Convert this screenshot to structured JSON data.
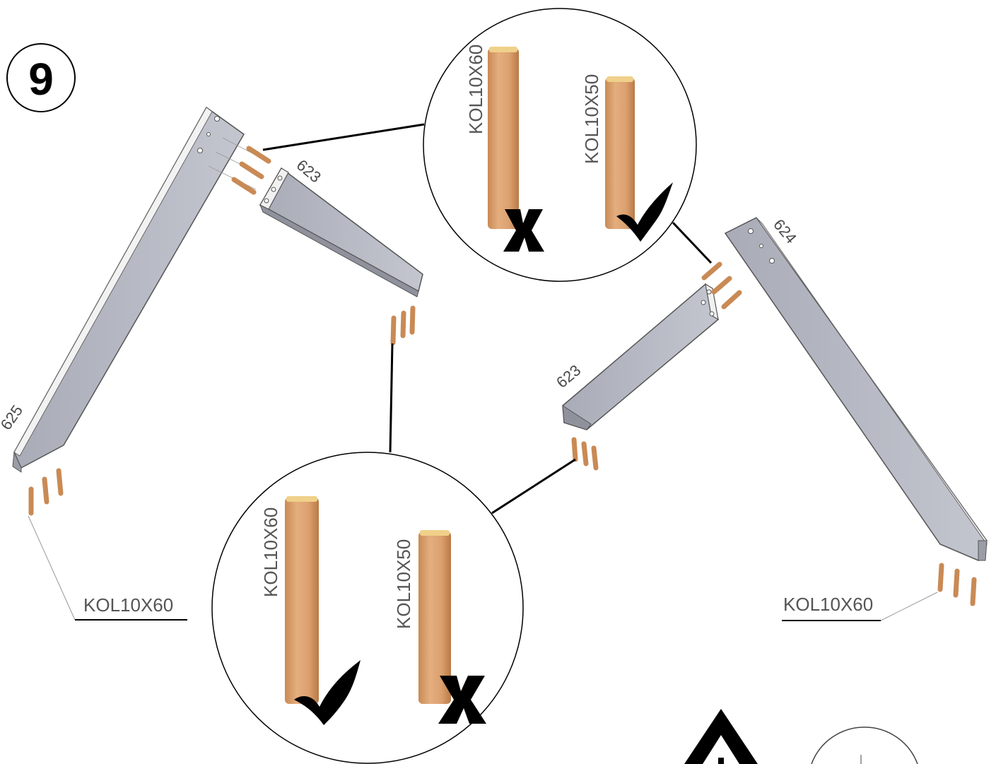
{
  "step": {
    "number": "9"
  },
  "parts": {
    "left_long": "625",
    "left_short": "623",
    "right_long": "624",
    "right_short": "623"
  },
  "callouts": {
    "left_dowel": "KOL10X60",
    "right_dowel": "KOL10X60"
  },
  "zoom_top": {
    "dowel_long_label": "KOL10X60",
    "dowel_short_label": "KOL10X50",
    "long_correct": false,
    "short_correct": true
  },
  "zoom_bottom": {
    "dowel_long_label": "KOL10X60",
    "dowel_short_label": "KOL10X50",
    "long_correct": true,
    "short_correct": false
  },
  "colors": {
    "panel_face": "#b9bcc6",
    "panel_edge": "#f3f3f3",
    "dowel": "#dca06f",
    "dowel_end": "#f0d08a",
    "ink": "#000000"
  }
}
